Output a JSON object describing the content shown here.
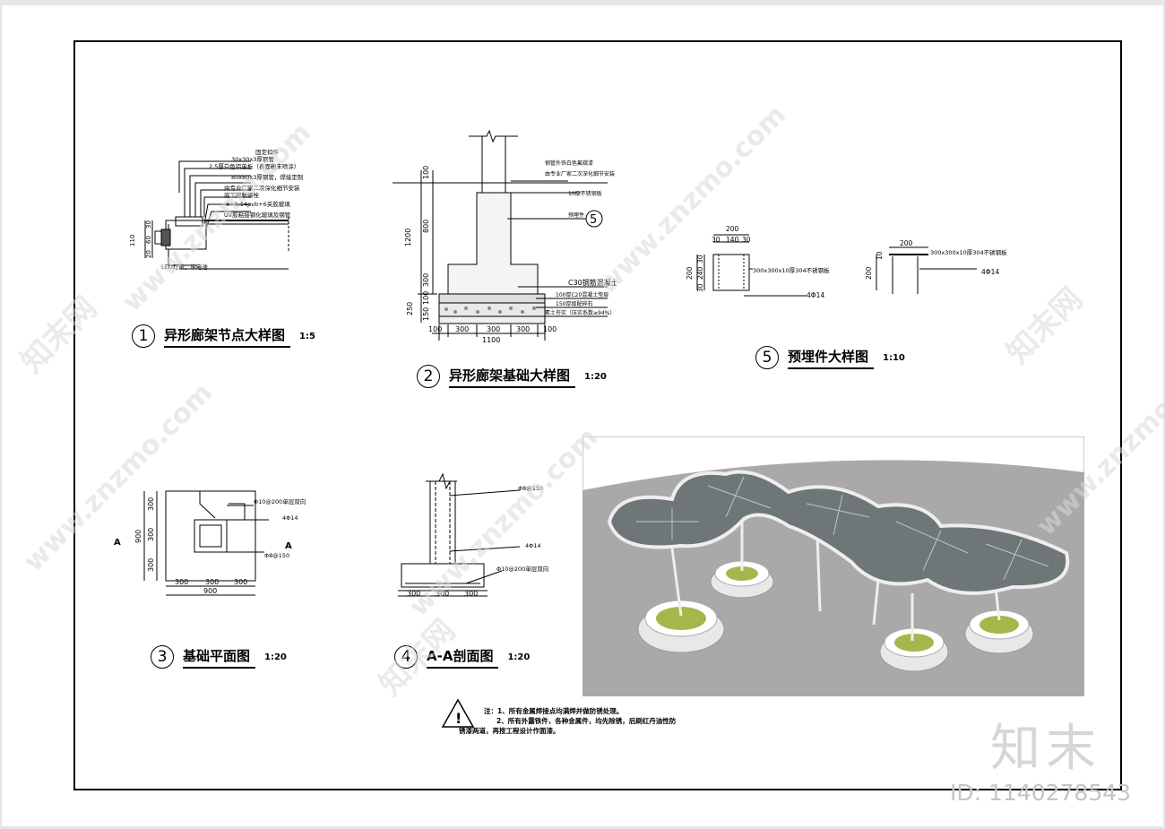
{
  "detail1": {
    "num": "1",
    "name": "异形廊架节点大样图",
    "scale": "1:5",
    "labels": [
      "固定扣件",
      "30x30x3厚钢管",
      "2.5厚白色铝单板（表面粉末喷涂）",
      "80x80x3厚钢管，焊接定制",
      "由专业厂家二次深化细节安装",
      "底丁膨胀螺栓",
      "6+1.14pvb+6夹胶玻璃",
      "UV胶粘接钢化玻璃及钢管",
      "LED灯带，带电池"
    ],
    "dims": [
      "30",
      "60",
      "110",
      "20"
    ]
  },
  "detail2": {
    "num": "2",
    "name": "异形廊架基础大样图",
    "scale": "1:20",
    "labels": [
      "钢管外饰白色氟碳漆",
      "由专业厂家二次深化细节安装",
      "10厚不锈钢板",
      "预埋件",
      "C30钢筋混凝土",
      "100厚C20混凝土垫层",
      "150厚级配碎石",
      "素土夯实（压实系数≥94%）"
    ],
    "vdims": [
      "100",
      "1200",
      "800",
      "300",
      "250",
      "100",
      "150"
    ],
    "hdims": [
      "100",
      "300",
      "300",
      "300",
      "100"
    ],
    "total": "1100",
    "badge": "5"
  },
  "detail3": {
    "num": "3",
    "name": "基础平面图",
    "scale": "1:20",
    "labels": [
      "Φ10@200单层双向",
      "4Φ14",
      "Φ8@150"
    ],
    "vdims": [
      "300",
      "300",
      "300"
    ],
    "vtotal": "900",
    "hdims": [
      "300",
      "300",
      "300"
    ],
    "htotal": "900",
    "section": "A"
  },
  "detail4": {
    "num": "4",
    "name": "A-A剖面图",
    "scale": "1:20",
    "labels": [
      "Φ8@150",
      "4Φ14",
      "Φ10@200单层双向"
    ],
    "hdims": [
      "300",
      "300",
      "300"
    ]
  },
  "detail5": {
    "num": "5",
    "name": "预埋件大样图",
    "scale": "1:10",
    "plan_dims": [
      "200",
      "30",
      "140",
      "30"
    ],
    "plan_vdims": [
      "200",
      "30",
      "240",
      "30"
    ],
    "plate_label": "300x300x10厚304不锈钢板",
    "bar_label": "4Φ14",
    "side_dims": [
      "200",
      "10",
      "200"
    ]
  },
  "notes": {
    "lines": [
      "注：1、所有金属焊接点均满焊并做防锈处理。",
      "2、所有外露铁件，各种金属件，均先除锈，后刷红丹油性防",
      "锈漆两道，再按工程设计作面漆。"
    ]
  },
  "watermark": {
    "site": "www.znzmo.com",
    "brand": "知末网",
    "logo": "知末",
    "id": "ID: 1140278543"
  }
}
